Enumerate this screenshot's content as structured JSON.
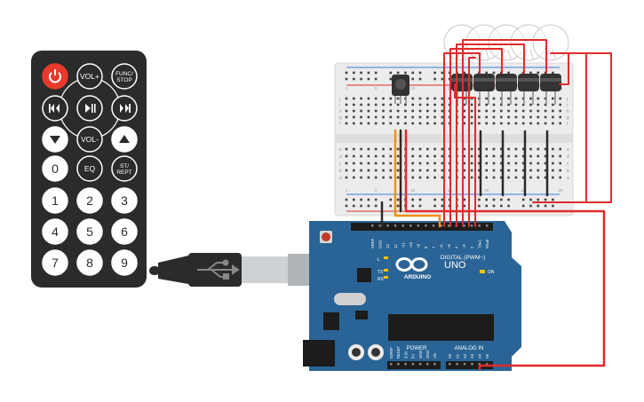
{
  "remote": {
    "buttons": [
      {
        "id": "power",
        "label": "",
        "icon": "power-icon",
        "style": "red"
      },
      {
        "id": "vol-up",
        "label": "VOL+",
        "style": "outline"
      },
      {
        "id": "func-stop",
        "label": "FUNC/ STOP",
        "style": "outline"
      },
      {
        "id": "rewind",
        "label": "",
        "icon": "rewind-icon",
        "style": "outline"
      },
      {
        "id": "play-pause",
        "label": "",
        "icon": "play-pause-icon",
        "style": "outline"
      },
      {
        "id": "fast-forward",
        "label": "",
        "icon": "fast-forward-icon",
        "style": "outline"
      },
      {
        "id": "down",
        "label": "",
        "icon": "triangle-down-icon",
        "style": "white"
      },
      {
        "id": "vol-down",
        "label": "VOL-",
        "style": "outline"
      },
      {
        "id": "up",
        "label": "",
        "icon": "triangle-up-icon",
        "style": "white"
      },
      {
        "id": "digit-0",
        "label": "0",
        "style": "white"
      },
      {
        "id": "eq",
        "label": "EQ",
        "style": "outline"
      },
      {
        "id": "st-rept",
        "label": "ST/ REPT",
        "style": "outline"
      },
      {
        "id": "digit-1",
        "label": "1",
        "style": "white"
      },
      {
        "id": "digit-2",
        "label": "2",
        "style": "white"
      },
      {
        "id": "digit-3",
        "label": "3",
        "style": "white"
      },
      {
        "id": "digit-4",
        "label": "4",
        "style": "white"
      },
      {
        "id": "digit-5",
        "label": "5",
        "style": "white"
      },
      {
        "id": "digit-6",
        "label": "6",
        "style": "white"
      },
      {
        "id": "digit-7",
        "label": "7",
        "style": "white"
      },
      {
        "id": "digit-8",
        "label": "8",
        "style": "white"
      },
      {
        "id": "digit-9",
        "label": "9",
        "style": "white"
      }
    ]
  },
  "board": {
    "brand": "ARDUINO",
    "model": "UNO",
    "digital_label": "DIGITAL (PWM~)",
    "power_label": "POWER",
    "analog_label": "ANALOG IN",
    "on_label": "ON",
    "led_labels": [
      "L",
      "TX",
      "RX"
    ],
    "top_pins": [
      "AREF",
      "GND",
      "13",
      "12",
      "~11",
      "~10",
      "~9",
      "8",
      "7",
      "~6",
      "~5",
      "4",
      "~3",
      "2",
      "TX▸1",
      "RX◂0"
    ],
    "power_pins": [
      "IOREF",
      "RESET",
      "3.3V",
      "5V",
      "GND",
      "GND",
      "Vin"
    ],
    "analog_pins": [
      "A0",
      "A1",
      "A2",
      "A3",
      "A4",
      "A5"
    ]
  },
  "breadboard": {
    "row_letters_top": [
      "j",
      "i",
      "h",
      "g",
      "f"
    ],
    "row_letters_bottom": [
      "e",
      "d",
      "c",
      "b",
      "a"
    ],
    "column_numbers": [
      "1",
      "5",
      "10",
      "15",
      "20",
      "25",
      "30"
    ]
  },
  "colors": {
    "remote_body": "#2b2b2b",
    "power_button": "#e8392b",
    "board": "#2a6496",
    "wire_red": "#e02b2b",
    "wire_black": "#2b2b2b",
    "wire_orange": "#f0900f"
  }
}
